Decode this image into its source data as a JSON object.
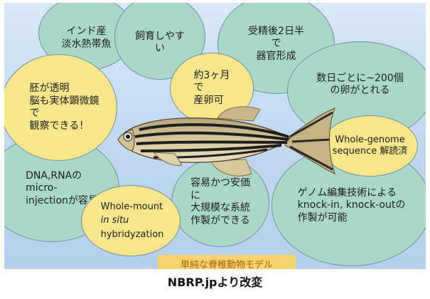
{
  "bubbles": {
    "india": "インド産\n淡水熱帯魚",
    "easy_care": "飼育しやすい",
    "organ": "受精後2日半\nで\n器官形成",
    "maturity": "約3ヶ月\nで\n産卵可",
    "transparent": "胚が透明\n脳も実体顕微鏡\nで\n観察できる！",
    "eggs": "数日ごとに~200個\nの卵がとれる",
    "genome": "Whole-genome\nsequence 解読済",
    "microinjection": "DNA,RNAの\nmicro-\ninjectionが容易",
    "cheap": "容易かつ安価\nに\n大規模な系統\n作製ができる",
    "editing": "ゲノム編集技術による\nknock-in, knock-outの\n作製が可能",
    "insitu_line1": "Whole-mount",
    "insitu_line2": "in situ",
    "insitu_line3": "hybridyzation"
  },
  "banner": "単純な脊椎動物モデル",
  "credit": "NBRP.jpより改変",
  "colors": {
    "teal": "#a9d8c9",
    "yellow": "#f8e78a",
    "banner_bg": "#f6d56c",
    "banner_text": "#b05a10"
  },
  "icons": {
    "fish": "zebrafish-illustration"
  }
}
